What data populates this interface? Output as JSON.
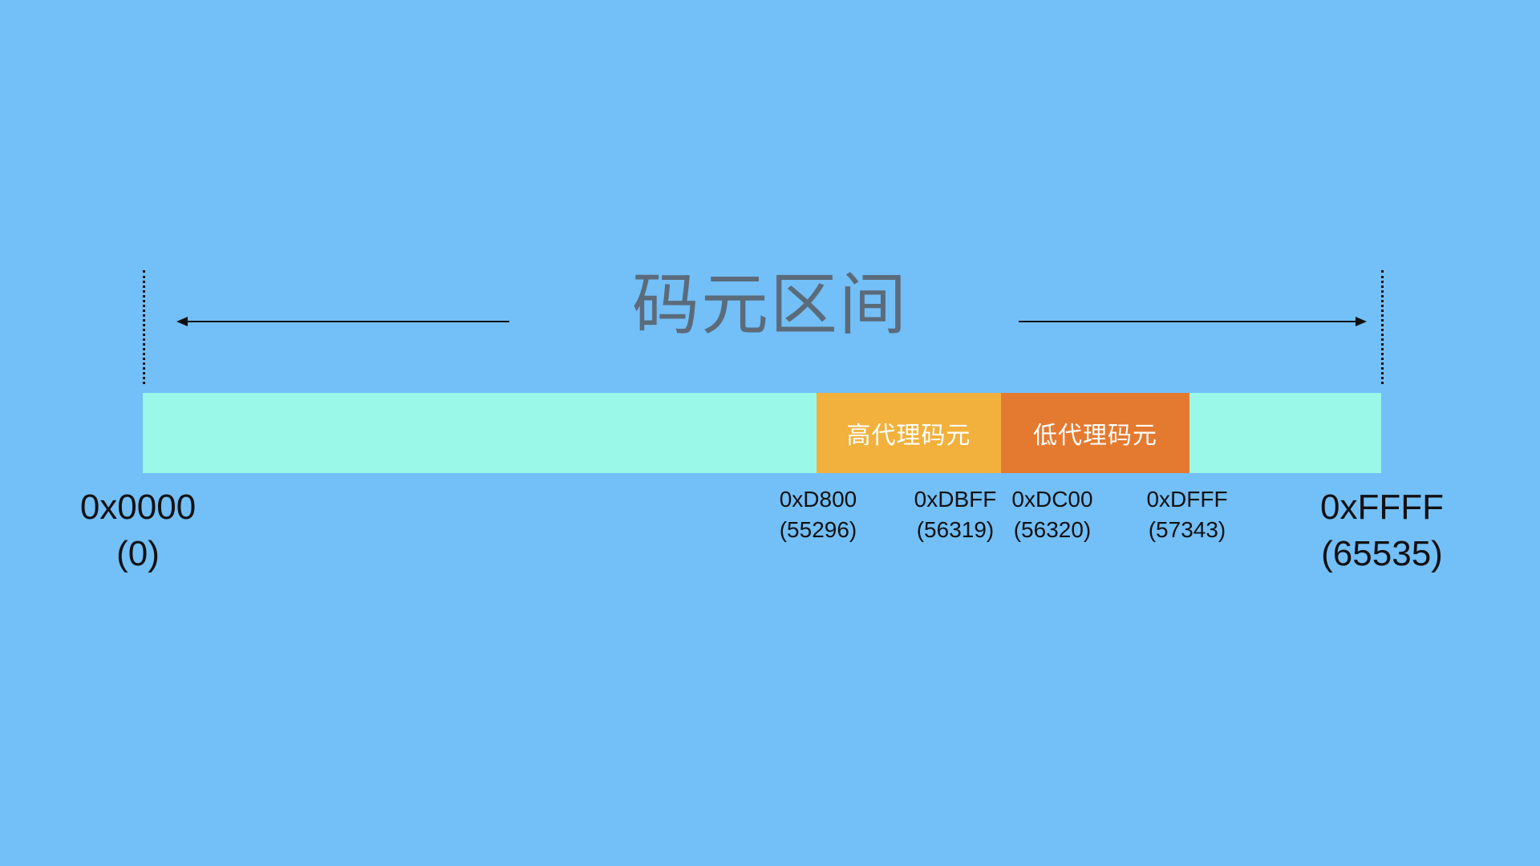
{
  "title": "码元区间",
  "colors": {
    "background": "#73bff8",
    "range": "#99f8e8",
    "high_surrogate": "#f1b13c",
    "low_surrogate": "#e47a30"
  },
  "segments": {
    "high_surrogate_label": "高代理码元",
    "low_surrogate_label": "低代理码元"
  },
  "ticks": {
    "start": {
      "hex": "0x0000",
      "dec": "(0)"
    },
    "d800": {
      "hex": "0xD800",
      "dec": "(55296)"
    },
    "dbff": {
      "hex": "0xDBFF",
      "dec": "(56319)"
    },
    "dc00": {
      "hex": "0xDC00",
      "dec": "(56320)"
    },
    "dfff": {
      "hex": "0xDFFF",
      "dec": "(57343)"
    },
    "end": {
      "hex": "0xFFFF",
      "dec": "(65535)"
    }
  }
}
